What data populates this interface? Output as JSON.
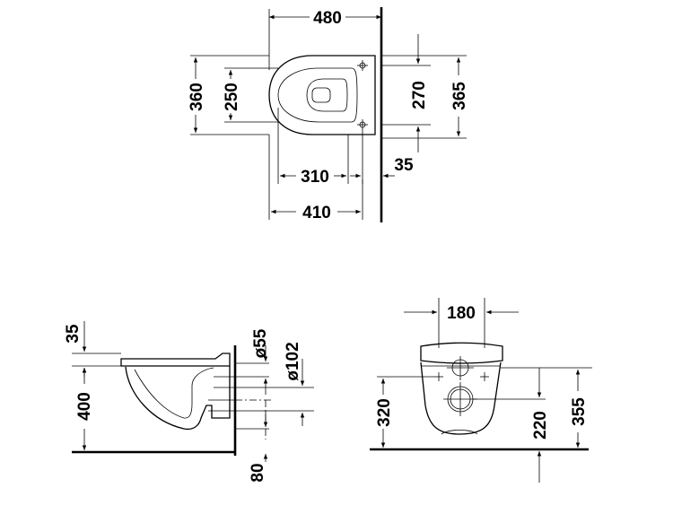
{
  "top_view": {
    "width_total": "480",
    "depth_outer": "360",
    "depth_inner": "250",
    "fix_inner": "270",
    "fix_outer": "365",
    "bowl_to_fix": "310",
    "wall_offset": "35",
    "bowl_length": "410"
  },
  "side_view": {
    "seat_thickness": "35",
    "rim_height": "400",
    "inlet_diameter": "ø55",
    "outlet_diameter": "ø102",
    "outlet_drop": "80"
  },
  "front_view": {
    "fix_spacing": "180",
    "inlet_height": "320",
    "outlet_height": "220",
    "fix_height": "355"
  }
}
